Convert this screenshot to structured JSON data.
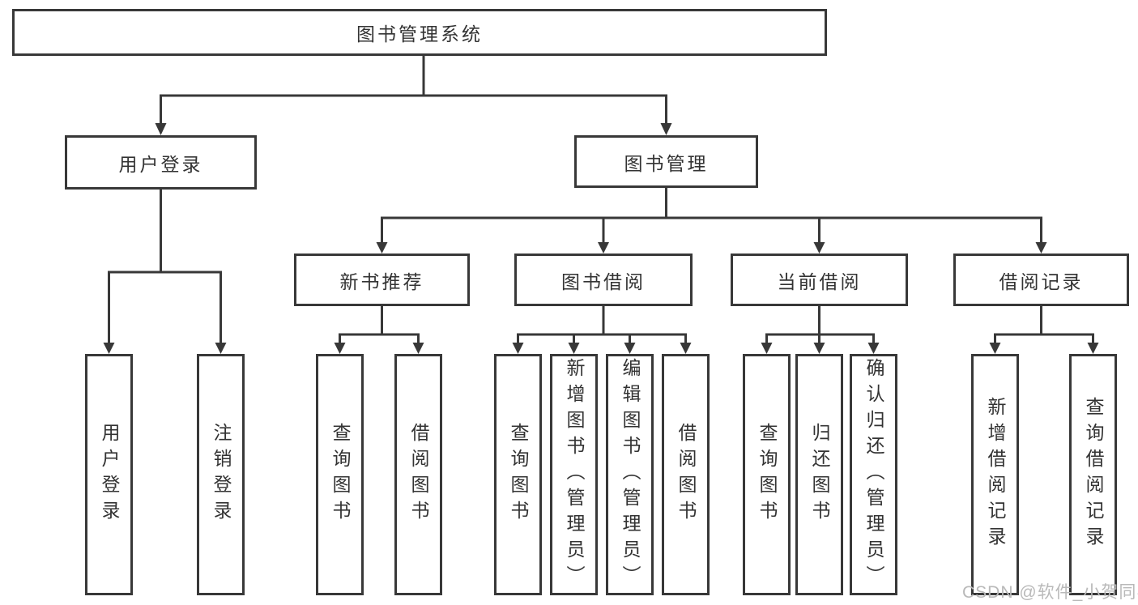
{
  "tree": {
    "label": "图书管理系统",
    "children": [
      {
        "label": "用户登录",
        "children": [
          {
            "label": "用户登录"
          },
          {
            "label": "注销登录"
          }
        ]
      },
      {
        "label": "图书管理",
        "children": [
          {
            "label": "新书推荐",
            "children": [
              {
                "label": "查询图书"
              },
              {
                "label": "借阅图书"
              }
            ]
          },
          {
            "label": "图书借阅",
            "children": [
              {
                "label": "查询图书"
              },
              {
                "label": "新增图书（管理员）"
              },
              {
                "label": "编辑图书（管理员）"
              },
              {
                "label": "借阅图书"
              }
            ]
          },
          {
            "label": "当前借阅",
            "children": [
              {
                "label": "查询图书"
              },
              {
                "label": "归还图书"
              },
              {
                "label": "确认归还（管理员）"
              }
            ]
          },
          {
            "label": "借阅记录",
            "children": [
              {
                "label": "新增借阅记录"
              },
              {
                "label": "查询借阅记录"
              }
            ]
          }
        ]
      }
    ]
  },
  "watermark": {
    "text": "CSDN @软件_小贺同学"
  },
  "colors": {
    "line": "#383838",
    "box_border": "#383838",
    "text": "#333333",
    "background": "#ffffff",
    "watermark": "#b9b9b9"
  }
}
